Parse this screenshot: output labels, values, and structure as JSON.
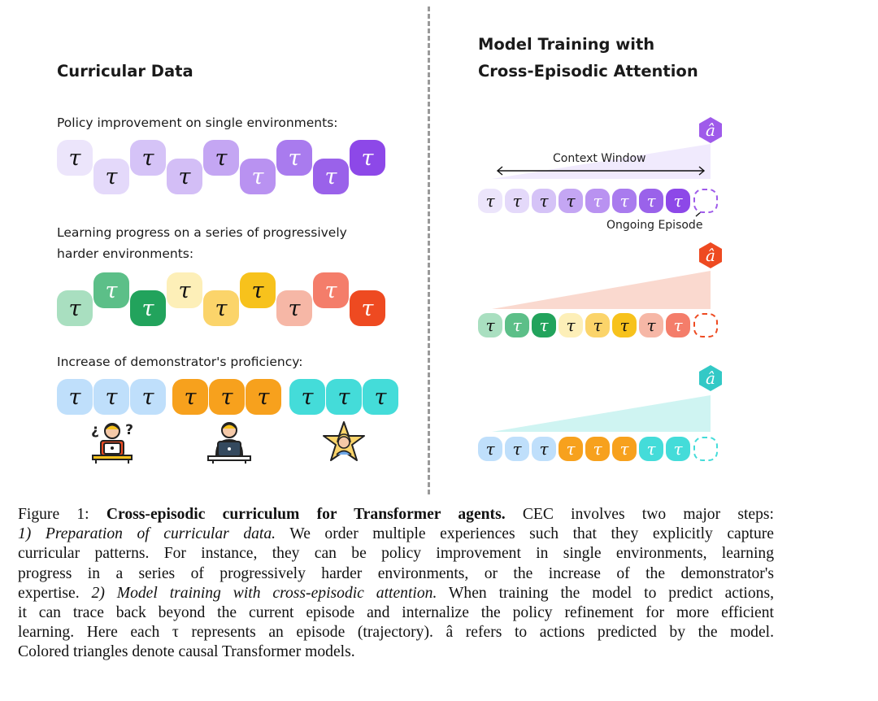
{
  "left": {
    "title": "Curricular Data",
    "rows": [
      {
        "label_lines": [
          "Policy improvement on single environments:"
        ],
        "tau": "τ",
        "colors": [
          "#ECE5FB",
          "#E4D9FA",
          "#D5C3F7",
          "#D3BEF6",
          "#C4A6F3",
          "#B992F1",
          "#A97BEE",
          "#9A62EA",
          "#8D48E8"
        ]
      },
      {
        "label_lines": [
          "Learning progress on a series of progressively",
          "harder environments:"
        ],
        "tau": "τ",
        "colors": [
          "#A9DFC0",
          "#5CBF88",
          "#22A35C",
          "#FDEFB8",
          "#FBD46A",
          "#F7C21C",
          "#F6B7A6",
          "#F47D6A",
          "#EE4A21"
        ]
      },
      {
        "label": "Increase of demonstrator's proficiency:",
        "tau": "τ",
        "colors": [
          "#BFDFFB",
          "#BFDFFB",
          "#BFDFFB",
          "#F7A11D",
          "#F7A11D",
          "#F7A11D",
          "#44DCD9",
          "#44DCD9",
          "#44DCD9"
        ],
        "figures": [
          "novice-figure-icon",
          "intermediate-figure-icon",
          "expert-star-icon"
        ],
        "novice_marks": "¿ ?"
      }
    ]
  },
  "right": {
    "title_lines": [
      "Model Training with",
      "Cross-Episodic Attention"
    ],
    "ahat": "â",
    "context_window_label": "Context Window",
    "ongoing_label": "Ongoing Episode",
    "rows": [
      {
        "triangle_color": "#F0EAFD",
        "ahat_color": "#9F5BEA",
        "dash_color": "#9F5BEA",
        "colors": [
          "#ECE5FB",
          "#E4D9FA",
          "#D5C3F7",
          "#C4A6F3",
          "#B992F1",
          "#A97BEE",
          "#9A62EA",
          "#8D48E8"
        ]
      },
      {
        "triangle_color": "#FAD9CF",
        "ahat_color": "#EE4A21",
        "dash_color": "#EE4A21",
        "colors": [
          "#A9DFC0",
          "#5CBF88",
          "#22A35C",
          "#FDEFB8",
          "#FBD46A",
          "#F7C21C",
          "#F6B7A6",
          "#F47D6A"
        ]
      },
      {
        "triangle_color": "#CFF4F2",
        "ahat_color": "#33C9C6",
        "dash_color": "#44DCD9",
        "colors": [
          "#BFDFFB",
          "#BFDFFB",
          "#BFDFFB",
          "#F7A11D",
          "#F7A11D",
          "#F7A11D",
          "#44DCD9",
          "#44DCD9"
        ]
      }
    ]
  },
  "caption": {
    "fig_label": "Figure 1:",
    "bold_title": "Cross-episodic curriculum for Transformer agents.",
    "line1_rest": "CEC involves two major steps:",
    "line2_italic": "1) Preparation of curricular data.",
    "line2_rest": "We order multiple experiences such that they explicitly capture",
    "line3": "curricular patterns. For instance, they can be policy improvement in single environments, learning",
    "line4": "progress in a series of progressively harder environments, or the increase of the demonstrator's",
    "line5_start": "expertise.",
    "line5_italic": "2) Model training with cross-episodic attention.",
    "line5_rest": "When training the model to predict actions,",
    "line6": "it can trace back beyond the current episode and internalize the policy refinement for more efficient",
    "line7": "learning. Here each τ represents an episode (trajectory). â refers to actions predicted by the model.",
    "line8": "Colored triangles denote causal Transformer models."
  }
}
